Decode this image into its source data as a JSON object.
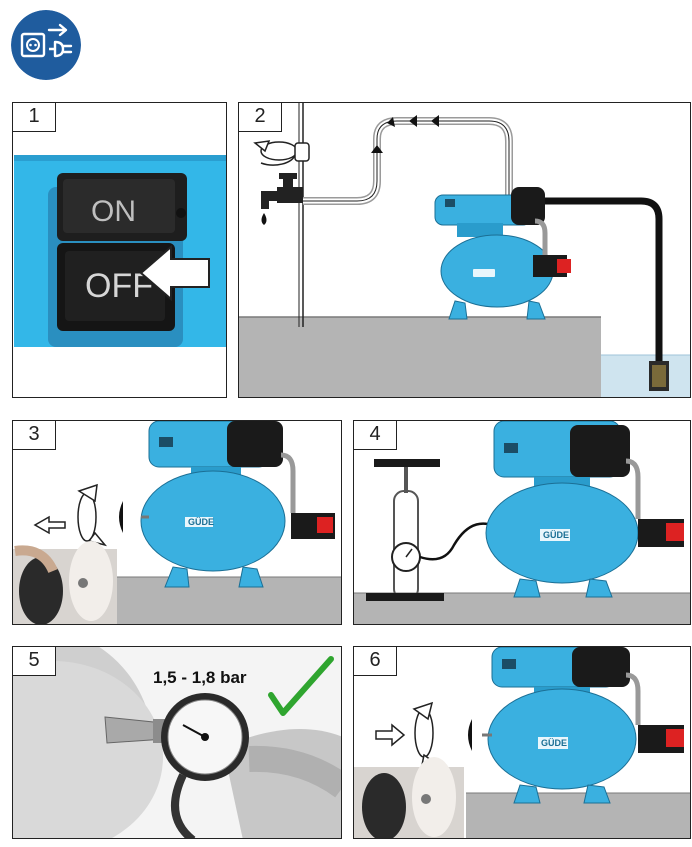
{
  "icon": {
    "name": "disconnect-power-plug-icon",
    "color": "#1f5c9e"
  },
  "steps": [
    {
      "number": "1",
      "switch_on": "ON",
      "switch_off": "OFF"
    },
    {
      "number": "2"
    },
    {
      "number": "3",
      "brand": "GÜDE"
    },
    {
      "number": "4",
      "brand": "GÜDE"
    },
    {
      "number": "5",
      "pressure_label": "1,5 - 1,8  bar"
    },
    {
      "number": "6",
      "brand": "GÜDE"
    }
  ],
  "colors": {
    "pump": "#3ab0e0",
    "pump_dark": "#1e8fbf",
    "switch_bg": "#33b7e8",
    "floor": "#b4b4b4",
    "check": "#2fa52f",
    "water": "#cfe4ef"
  }
}
